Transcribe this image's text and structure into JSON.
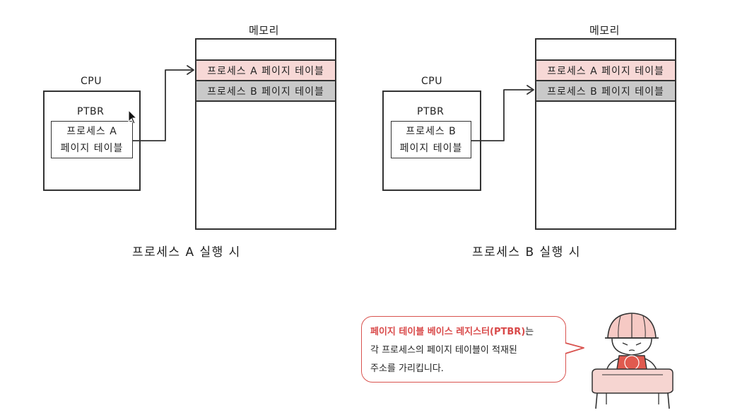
{
  "left": {
    "cpu_label": "CPU",
    "ptbr_label": "PTBR",
    "ptbr_line1": "프로세스 A",
    "ptbr_line2": "페이지 테이블",
    "memory_label": "메모리",
    "row_a": "프로세스 A 페이지 테이블",
    "row_b": "프로세스 B 페이지 테이블",
    "caption": "프로세스 A 실행 시"
  },
  "right": {
    "cpu_label": "CPU",
    "ptbr_label": "PTBR",
    "ptbr_line1": "프로세스 B",
    "ptbr_line2": "페이지 테이블",
    "memory_label": "메모리",
    "row_a": "프로세스 A 페이지 테이블",
    "row_b": "프로세스 B 페이지 테이블",
    "caption": "프로세스 B 실행 시"
  },
  "bubble": {
    "highlight": "페이지 테이블 베이스 레지스터(PTBR)",
    "line1_rest": "는",
    "line2": "각 프로세스의 페이지 테이블이 적재된",
    "line3": "주소를 가리킵니다."
  },
  "colors": {
    "row_a_fill": "#f7d8d6",
    "row_b_fill": "#c9c9c9",
    "highlight_text": "#d94a4a",
    "bubble_border": "#d9534f",
    "character_accent": "#e05a4f"
  },
  "icons": {
    "cursor": "mouse-pointer-icon",
    "character": "cs-worker-character-icon"
  }
}
